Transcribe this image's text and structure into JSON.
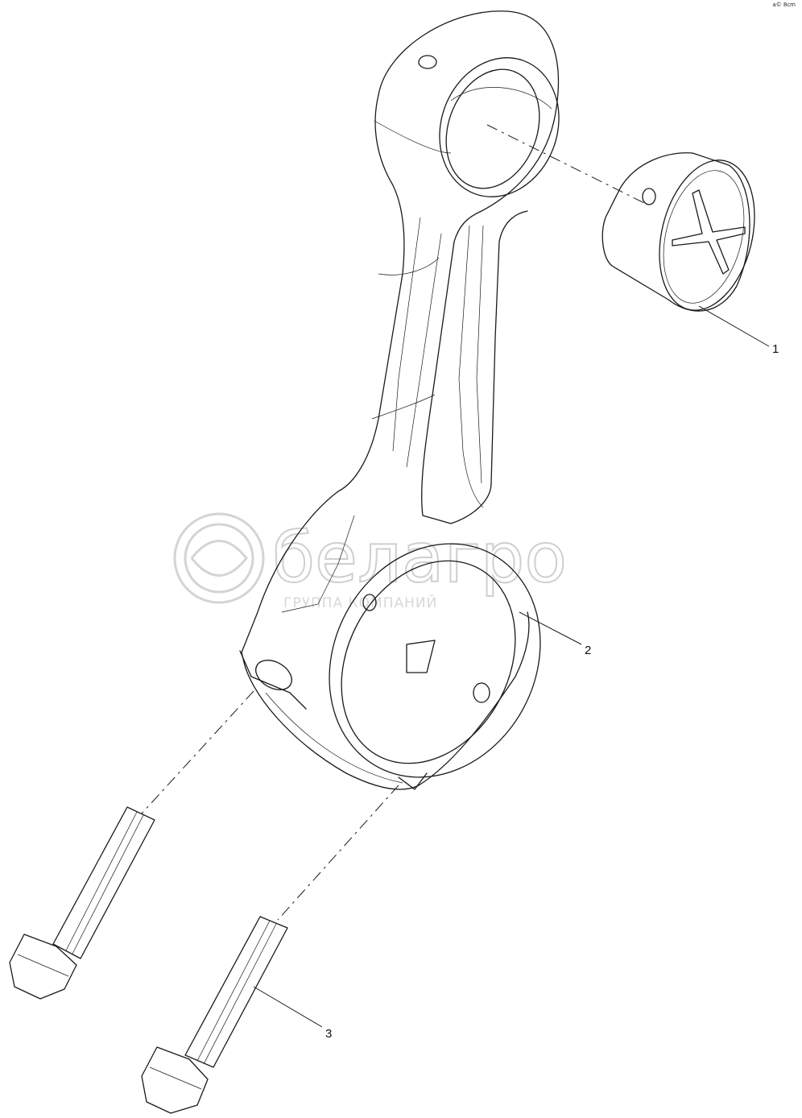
{
  "corner_code": "a© 8cm",
  "watermark": {
    "brand": "белагро",
    "subtitle": "ГРУППА КОМПАНИЙ"
  },
  "callouts": [
    {
      "id": "1",
      "label": "1",
      "part": "piston-pin-bushing"
    },
    {
      "id": "2",
      "label": "2",
      "part": "connecting-rod"
    },
    {
      "id": "3",
      "label": "3",
      "part": "connecting-rod-bolt"
    }
  ],
  "colors": {
    "line": "#1a1a1a",
    "background": "#ffffff",
    "watermark": "#cfcfcf"
  }
}
